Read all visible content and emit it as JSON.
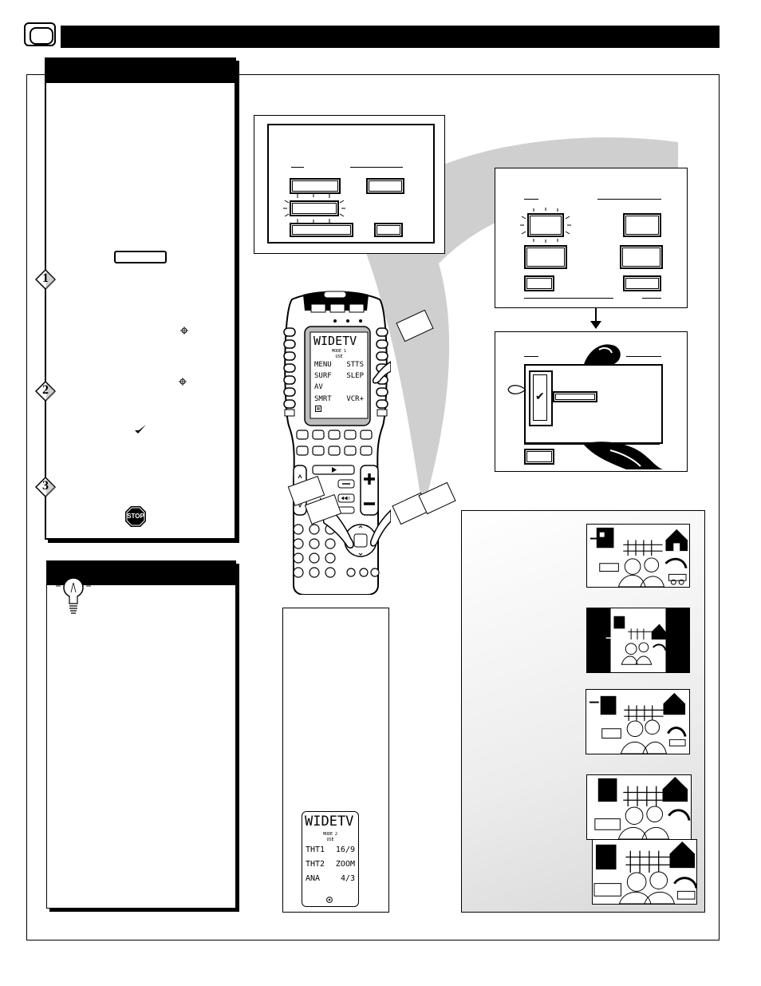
{
  "header": {
    "icon": "tv-icon"
  },
  "instructions": {
    "steps": [
      "1",
      "2",
      "3"
    ],
    "stop_label": "STOP"
  },
  "remote_lcd_1": {
    "title": "WIDETV",
    "mode": "MODE 1",
    "use": "USE",
    "rows": [
      [
        "MENU",
        "STTS"
      ],
      [
        "SURF",
        "SLEP"
      ],
      [
        "AV",
        ""
      ],
      [
        "SMRT",
        "VCR+"
      ]
    ]
  },
  "remote_lcd_2": {
    "title": "WIDETV",
    "mode": "MODE 2",
    "use": "USE",
    "rows": [
      [
        "THT1",
        "16/9"
      ],
      [
        "THT2",
        "ZOOM"
      ],
      [
        "ANA",
        "4/3"
      ]
    ]
  },
  "menu_check": "✔"
}
